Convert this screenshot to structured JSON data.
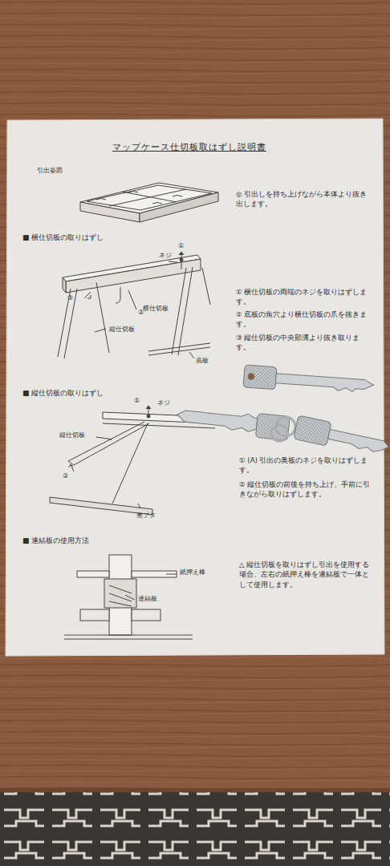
{
  "diagram": {
    "title": "マップケース仕切板取はずし説明書",
    "labels": [
      "引出姿図",
      "◎ 引出しを持ち上げながら本体より抜き出します。",
      "■ 横仕切板の取りはずし",
      "ネジ",
      "①",
      "③",
      "②",
      "横仕切板",
      "縦仕切板",
      "底板",
      "① 横仕切板の両端のネジを取りはずします。",
      "② 底板の角穴より横仕切板の爪を抜きます。",
      "③ 縦仕切板の中央部溝より抜き取ります。",
      "■ 縦仕切板の取りはずし",
      "①",
      "ネジ",
      "縦仕切板",
      "②",
      "奥ブタ",
      "① (A) 引出の奥板のネジを取りはずします。",
      "② 縦仕切板の前後を持ち上げ、手前に引きながら取りはずします。",
      "■ 連結板の使用方法",
      "紙押え棒",
      "連結板",
      "△ 縦仕切板を取りはずし引出を使用する場合、左右の紙押え棒を連結板で一体として使用します。"
    ]
  }
}
